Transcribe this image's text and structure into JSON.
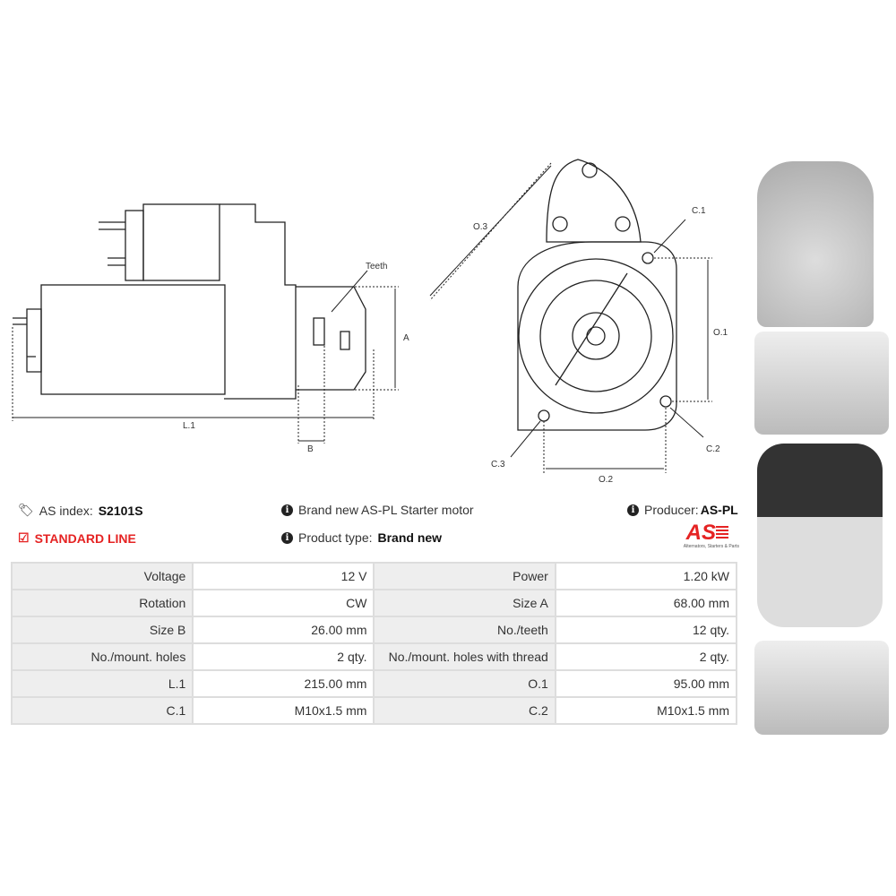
{
  "drawing_labels": {
    "teeth": "Teeth",
    "a": "A",
    "b": "B",
    "l1": "L.1",
    "o1": "O.1",
    "o2": "O.2",
    "o3": "O.3",
    "c1": "C.1",
    "c2": "C.2",
    "c3": "C.3"
  },
  "info": {
    "as_index_label": "AS index:",
    "as_index_value": "S2101S",
    "line": "STANDARD LINE",
    "description": "Brand new AS-PL Starter motor",
    "product_type_label": "Product type:",
    "product_type_value": "Brand new",
    "producer_label": "Producer:",
    "producer_value": "AS-PL"
  },
  "logo": {
    "text": "AS",
    "tagline": "Alternators, Starters & Parts",
    "color": "#e52323"
  },
  "specs": [
    [
      "Voltage",
      "12 V",
      "Power",
      "1.20 kW"
    ],
    [
      "Rotation",
      "CW",
      "Size A",
      "68.00 mm"
    ],
    [
      "Size B",
      "26.00 mm",
      "No./teeth",
      "12 qty."
    ],
    [
      "No./mount. holes",
      "2 qty.",
      "No./mount. holes with thread",
      "2 qty."
    ],
    [
      "L.1",
      "215.00 mm",
      "O.1",
      "95.00 mm"
    ],
    [
      "C.1",
      "M10x1.5 mm",
      "C.2",
      "M10x1.5 mm"
    ]
  ]
}
